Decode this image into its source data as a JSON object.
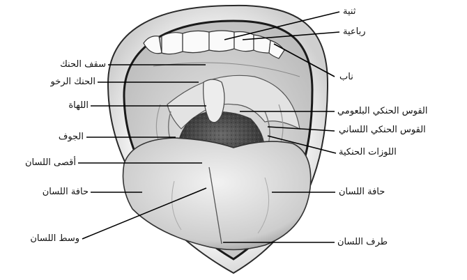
{
  "diagram": {
    "labels": {
      "incisor": "ثنية",
      "lateral_tooth": "رباعية",
      "canine": "ناب",
      "hard_palate": "سقف الحنك",
      "soft_palate": "الحنك الرخو",
      "uvula": "اللهاة",
      "pharynx": "الجوف",
      "back_of_tongue": "أقصى اللسان",
      "tongue_edge_left": "حافة اللسان",
      "tongue_middle": "وسط اللسان",
      "palatopharyngeal_arch": "القوس الحنكي البلعومي",
      "palatoglossal_arch": "القوس الحنكي اللساني",
      "palatine_tonsils": "اللوزات الحنكية",
      "tongue_edge_right": "حافة اللسان",
      "tongue_tip": "طرف اللسان"
    }
  }
}
